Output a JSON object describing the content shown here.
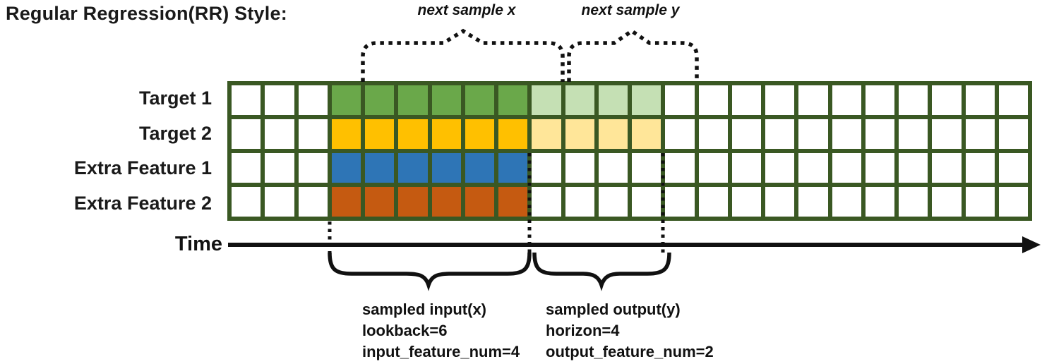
{
  "title": "Regular Regression(RR) Style:",
  "annotations": {
    "next_sample_x": "next sample x",
    "next_sample_y": "next sample y",
    "time_label": "Time"
  },
  "grid": {
    "total_columns": 24,
    "lead_empty_columns": 3,
    "lookback": 6,
    "horizon": 4,
    "border_color": "#3a5823",
    "empty_cell_color": "#ffffff",
    "rows": [
      {
        "label": "Target 1",
        "input_color": "#6aa84a",
        "output_color": "#c5e0b4"
      },
      {
        "label": "Target 2",
        "input_color": "#ffc000",
        "output_color": "#ffe699"
      },
      {
        "label": "Extra Feature 1",
        "input_color": "#2e75b6",
        "output_color": "#ffffff"
      },
      {
        "label": "Extra Feature 2",
        "input_color": "#c55a11",
        "output_color": "#ffffff"
      }
    ]
  },
  "input_block": {
    "line1": "sampled input(x)",
    "line2": "lookback=6",
    "line3": "input_feature_num=4"
  },
  "output_block": {
    "line1": "sampled output(y)",
    "line2": "horizon=4",
    "line3": "output_feature_num=2"
  }
}
